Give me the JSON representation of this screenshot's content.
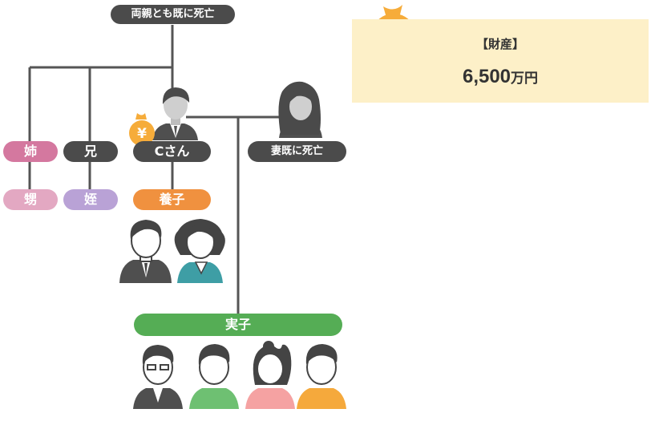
{
  "parents_label": "両親とも既に死亡",
  "subject": {
    "label": "Cさん"
  },
  "spouse_label": "妻既に死亡",
  "siblings": {
    "elder_sister": "姉",
    "elder_brother": "兄"
  },
  "nephews": {
    "nephew": "甥",
    "niece": "姪"
  },
  "adopted_label": "養子",
  "biological_label": "実子",
  "asset": {
    "label": "【財産】",
    "amount": "6,500",
    "unit": "万円",
    "icon": "yen-money-bag-icon"
  },
  "colors": {
    "line": "#555555",
    "dark_pill": "#4b4b4b",
    "sister": "#d4789f",
    "sister_child": "#e3a8c2",
    "brother_child": "#b9a2d6",
    "adopted": "#f0913f",
    "biological": "#55ad55",
    "asset_bg": "#fdf0c8",
    "yen_bag": "#f6ac3a"
  }
}
